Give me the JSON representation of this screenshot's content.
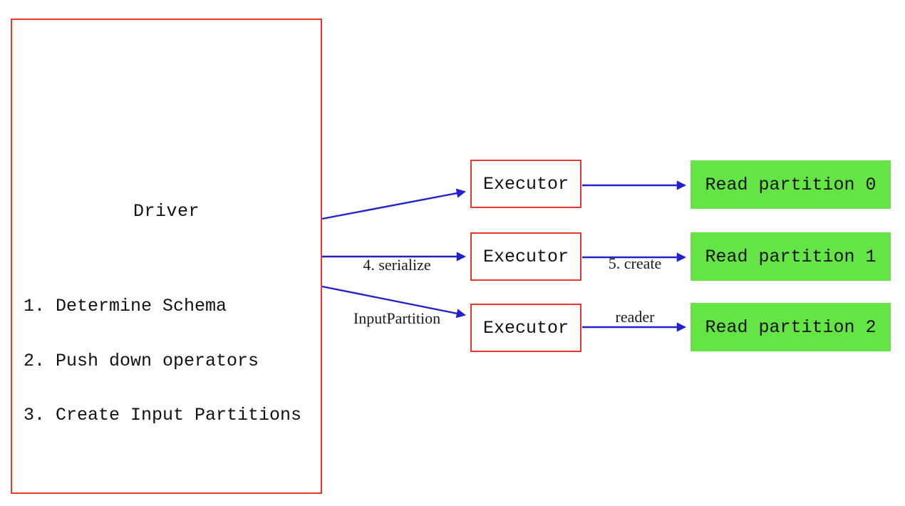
{
  "diagram": {
    "driver": {
      "title": "Driver",
      "steps": [
        "1. Determine Schema",
        "2. Push down operators",
        "3. Create Input Partitions"
      ]
    },
    "executors": [
      {
        "label": "Executor"
      },
      {
        "label": "Executor"
      },
      {
        "label": "Executor"
      }
    ],
    "partitions": [
      {
        "label": "Read partition 0"
      },
      {
        "label": "Read partition 1"
      },
      {
        "label": "Read partition 2"
      }
    ],
    "edge_labels": {
      "serialize": {
        "line1": "4. serialize",
        "line2": "InputPartition"
      },
      "create_reader": {
        "line1": "5. create",
        "line2": "reader"
      }
    },
    "colors": {
      "box_border_red": "#e8382c",
      "arrow_blue": "#2121cd",
      "partition_green": "#65e545",
      "text_black": "#111111",
      "background": "#ffffff"
    }
  }
}
